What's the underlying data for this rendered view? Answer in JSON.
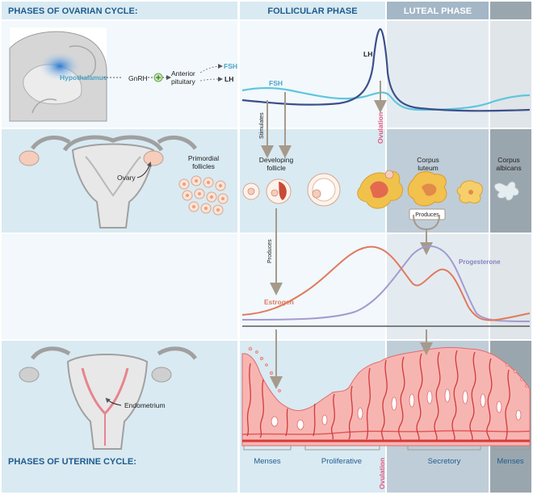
{
  "headers": {
    "ovarian_cycle": "PHASES OF OVARIAN CYCLE:",
    "follicular_phase": "FOLLICULAR PHASE",
    "luteal_phase": "LUTEAL PHASE",
    "uterine_cycle": "PHASES OF UTERINE CYCLE:"
  },
  "hormone_axis": {
    "hypothalamus": "Hypothalamus",
    "gnrh": "GnRH",
    "anterior_pituitary_line1": "Anterior",
    "anterior_pituitary_line2": "pituitary",
    "fsh": "FSH",
    "lh": "LH"
  },
  "hormone_curves": {
    "fsh": "FSH",
    "lh": "LH",
    "ovulation": "Ovulation",
    "stimulates": "Stimulates"
  },
  "ovary": {
    "ovary_label": "Ovary",
    "primordial_follicles_line1": "Primordial",
    "primordial_follicles_line2": "follicles",
    "developing_follicle_line1": "Developing",
    "developing_follicle_line2": "follicle",
    "corpus_luteum_line1": "Corpus",
    "corpus_luteum_line2": "luteum",
    "corpus_albicans_line1": "Corpus",
    "corpus_albicans_line2": "albicans",
    "produces_box": "Produces"
  },
  "steroid_curves": {
    "produces": "Produces",
    "estrogen": "Estrogen",
    "progesterone": "Progesterone"
  },
  "uterus": {
    "endometrium": "Endometrium",
    "ovulation": "Ovulation"
  },
  "uterine_phases": [
    "Menses",
    "Proliferative",
    "Secretory",
    "Menses"
  ],
  "colors": {
    "fsh": "#5fc6dd",
    "lh": "#3d4f8a",
    "estrogen": "#e07a5f",
    "progesterone": "#a49bd0",
    "header_text": "#1f5b8e",
    "arrow": "#a69a8c",
    "ovulation_text": "#e0577e"
  }
}
